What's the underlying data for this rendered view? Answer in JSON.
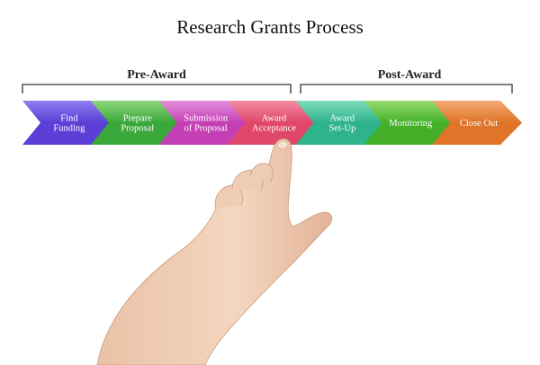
{
  "title": "Research Grants Process",
  "phases": {
    "pre_award": "Pre-Award",
    "post_award": "Post-Award"
  },
  "steps": [
    {
      "lines": [
        "Find",
        "Funding"
      ],
      "color": "#5b3fd6",
      "color_light": "#8f7ff0"
    },
    {
      "lines": [
        "Prepare",
        "Proposal"
      ],
      "color": "#3aa83a",
      "color_light": "#8fd67c"
    },
    {
      "lines": [
        "Submission",
        "of Proposal"
      ],
      "color": "#c43fb4",
      "color_light": "#e48fdc"
    },
    {
      "lines": [
        "Award",
        "Acceptance"
      ],
      "color": "#e0476a",
      "color_light": "#f28ca0"
    },
    {
      "lines": [
        "Award",
        "Set-Up"
      ],
      "color": "#2fb38a",
      "color_light": "#7ddcbe"
    },
    {
      "lines": [
        "Monitoring"
      ],
      "color": "#44b02a",
      "color_light": "#94dc6e"
    },
    {
      "lines": [
        "Close Out"
      ],
      "color": "#e07428",
      "color_light": "#f2aa72"
    }
  ]
}
